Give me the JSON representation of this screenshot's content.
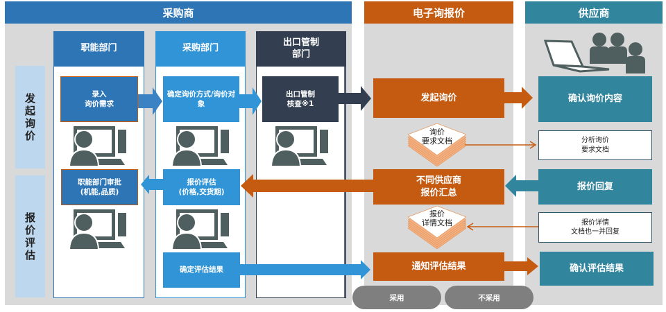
{
  "colors": {
    "buyer_header": "#2e75b6",
    "func_dept": "#2e75b6",
    "purchase_dept": "#3194d6",
    "export_dept": "#333f50",
    "eprocure": "#c55a11",
    "supplier": "#31859c",
    "phase_bg": "#bdd7ee",
    "panel_bg": "#d9d9d9",
    "icon_gray": "#4f5f5f",
    "pill_gray": "#7f7f7f"
  },
  "sections": {
    "buyer": "采购商",
    "eprocure": "电子询报价",
    "supplier": "供应商"
  },
  "phases": [
    {
      "label": "发\n起\n询\n价"
    },
    {
      "label": "报\n价\n评\n估"
    }
  ],
  "departments": {
    "functional": "职能部门",
    "purchasing": "采购部门",
    "export_control": "出口管制\n部门"
  },
  "steps": {
    "enter_requirement": "录入\n询价需求",
    "define_method": "确定询价方式/询价对\n象",
    "export_check": "出口管制\n核查※1",
    "func_approval": "职能部门审批\n(机能,品质)",
    "quote_eval": "报价评估\n(价格,交货期)",
    "confirm_result": "确定评估结果",
    "start_inquiry": "发起询价",
    "summary": "不同供应商\n报价汇总",
    "notify_result": "通知评估结果",
    "confirm_inquiry": "确认询价内容",
    "reply_quote": "报价回复",
    "confirm_eval_result": "确认评估结果"
  },
  "documents": {
    "inquiry_doc": "询价\n要求文档",
    "quote_doc": "报价\n详情文档"
  },
  "notes": {
    "analyze_doc": "分析询价\n要求文档",
    "reply_doc": "报价详情\n文档也一并回复"
  },
  "outcomes": {
    "adopt": "采用",
    "reject": "不采用"
  },
  "icons": {
    "person_computer": "person-at-computer-icon",
    "supplier_group": "people-with-laptop-icon",
    "document_stack": "document-stack-icon"
  }
}
